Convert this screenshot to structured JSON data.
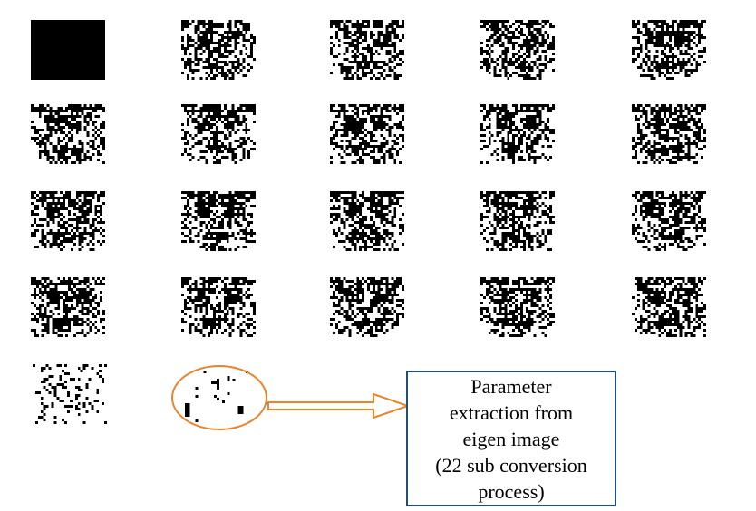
{
  "figure": {
    "grid_rows": 4,
    "grid_cols": 5,
    "thumbnails": [
      {
        "kind": "solid-black"
      },
      {
        "kind": "face",
        "seed": 11
      },
      {
        "kind": "face",
        "seed": 23
      },
      {
        "kind": "face",
        "seed": 37
      },
      {
        "kind": "face",
        "seed": 41
      },
      {
        "kind": "face",
        "seed": 53
      },
      {
        "kind": "face",
        "seed": 67
      },
      {
        "kind": "face",
        "seed": 71
      },
      {
        "kind": "face",
        "seed": 83
      },
      {
        "kind": "face",
        "seed": 97
      },
      {
        "kind": "face",
        "seed": 101
      },
      {
        "kind": "face",
        "seed": 113
      },
      {
        "kind": "face",
        "seed": 127
      },
      {
        "kind": "face",
        "seed": 131
      },
      {
        "kind": "face",
        "seed": 149
      },
      {
        "kind": "face",
        "seed": 151
      },
      {
        "kind": "face",
        "seed": 163
      },
      {
        "kind": "face",
        "seed": 173
      },
      {
        "kind": "face",
        "seed": 181
      },
      {
        "kind": "face",
        "seed": 191
      }
    ],
    "partial_thumbnails": [
      {
        "kind": "sparse-face",
        "seed": 211
      },
      {
        "kind": "near-empty",
        "seed": 223
      }
    ],
    "caption_lines": [
      "Parameter",
      "extraction from",
      "eigen image",
      "(22 sub conversion",
      "process)"
    ],
    "colors": {
      "ellipse": "#e8842c",
      "arrow": "#e8842c",
      "box_border": "#1f4e79",
      "pixel": "#000000"
    }
  }
}
